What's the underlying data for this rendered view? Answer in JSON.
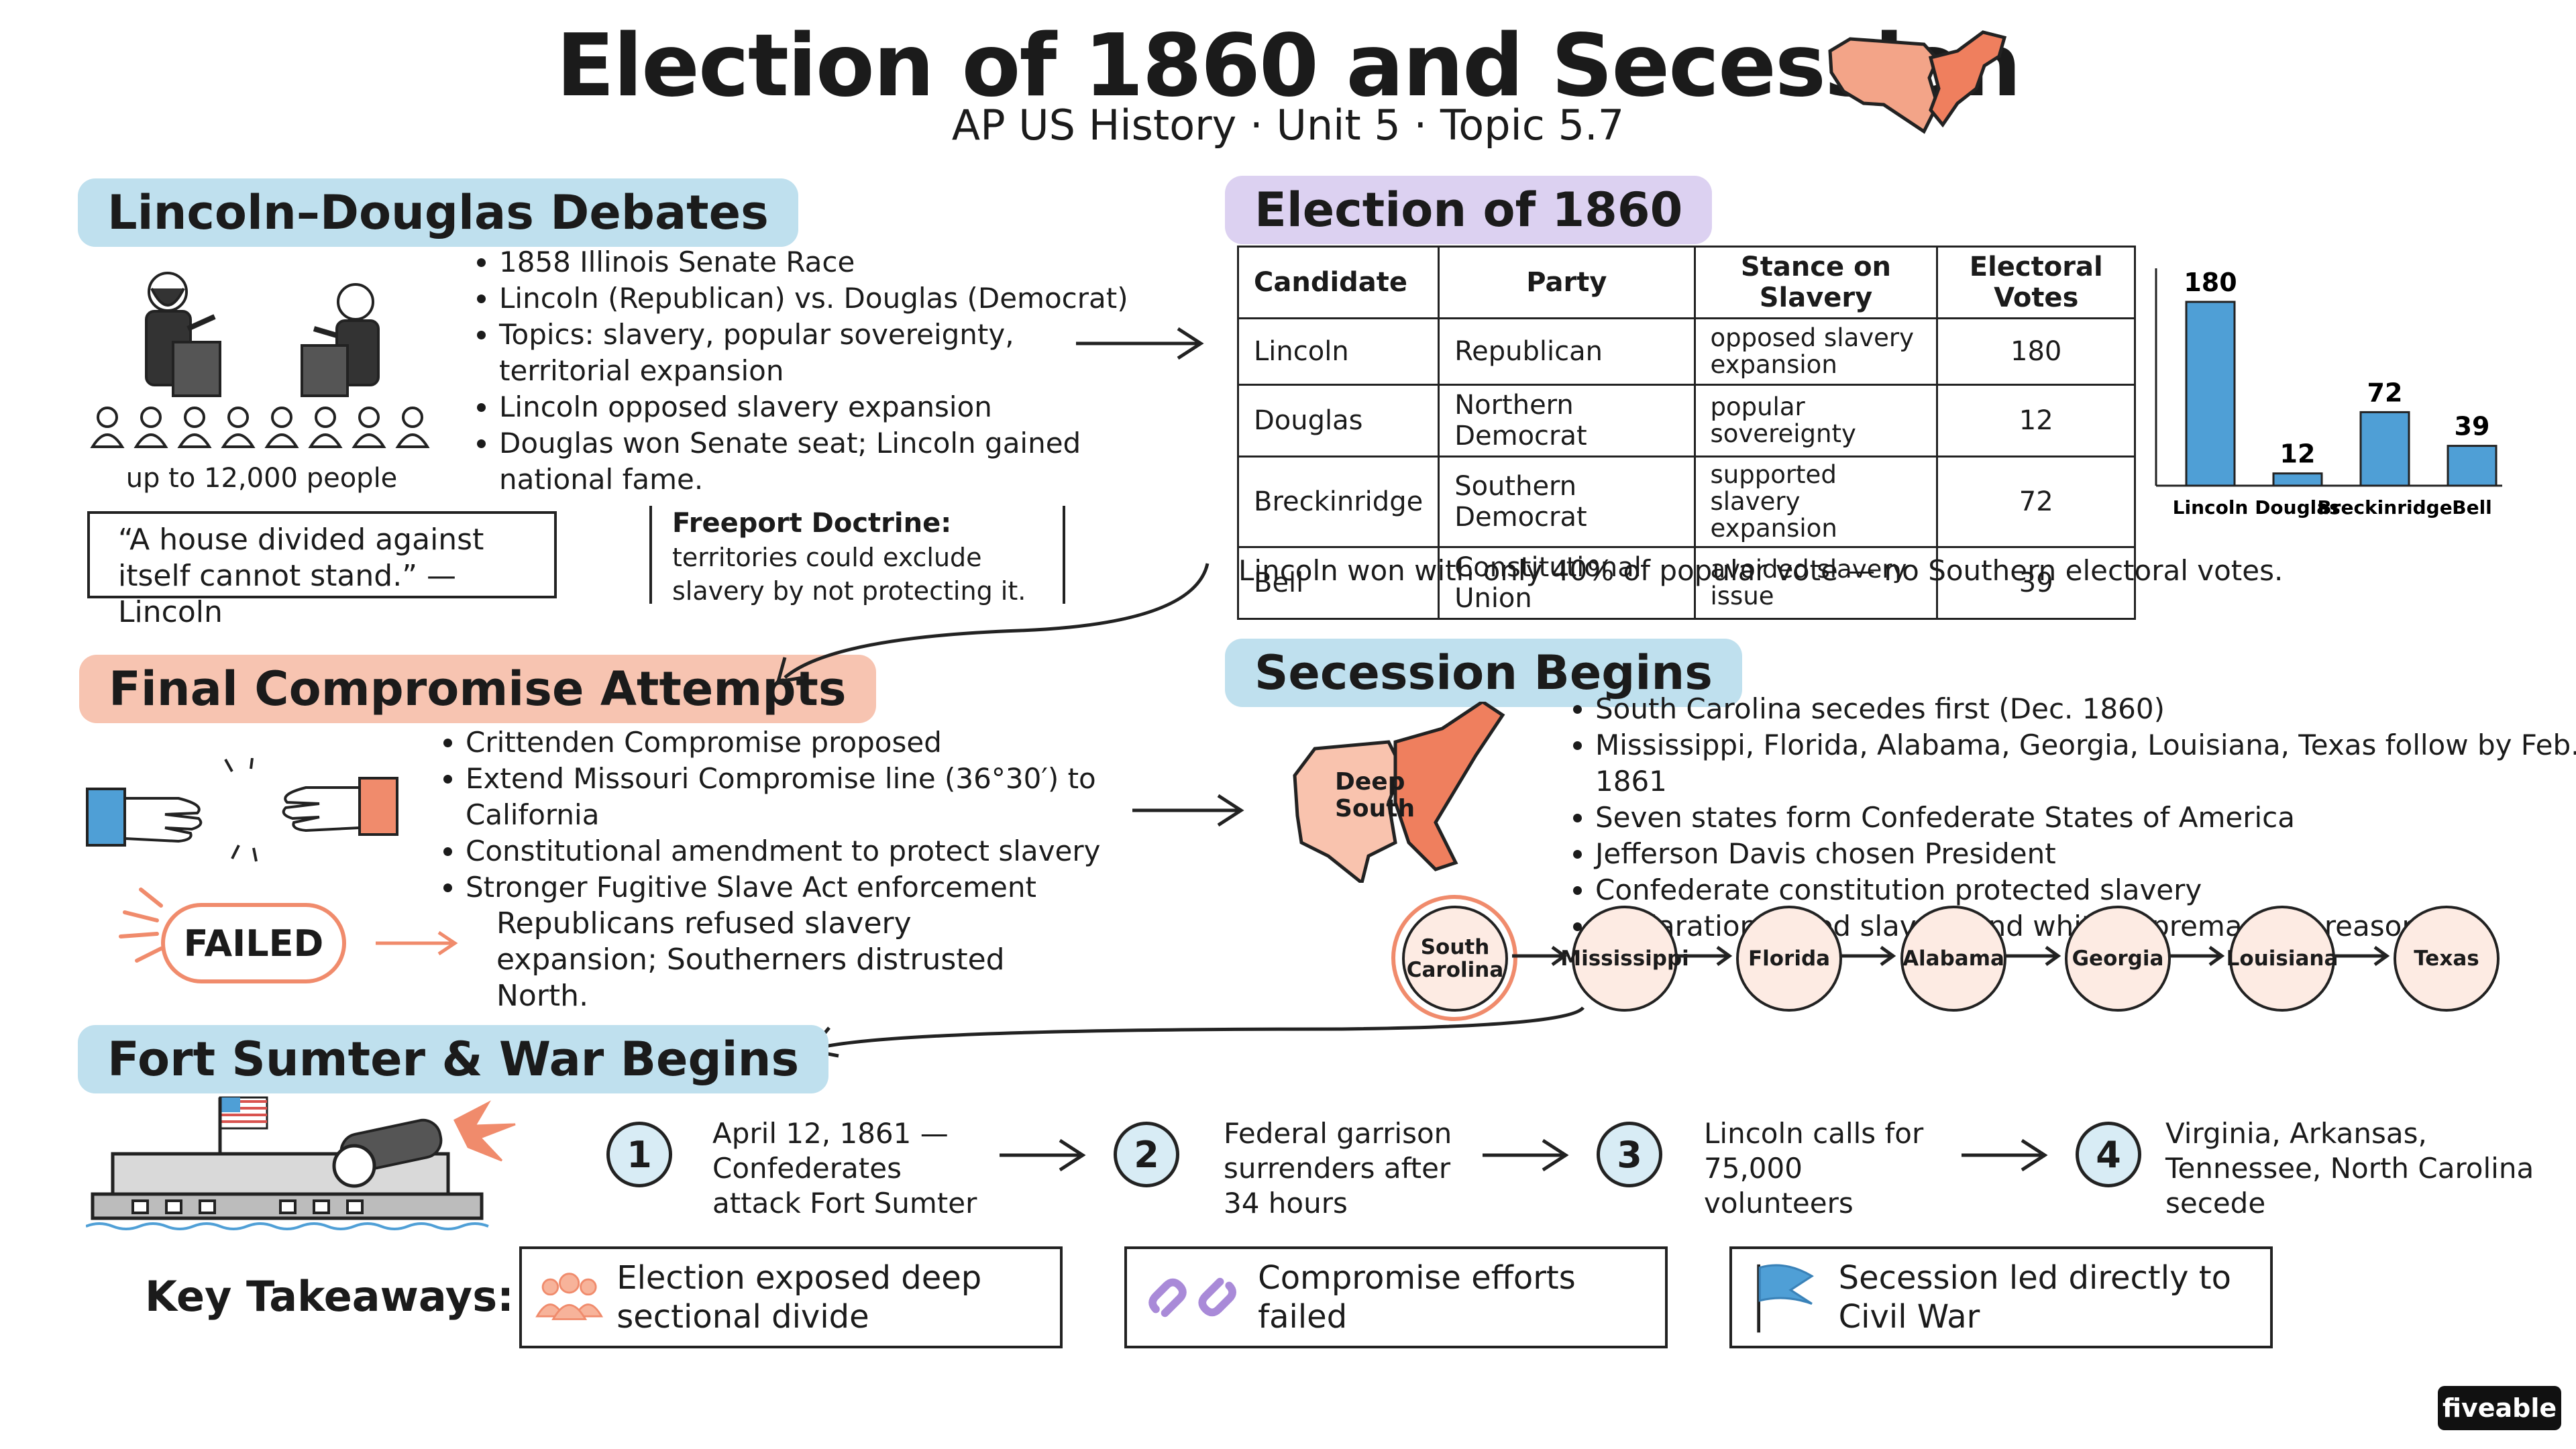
{
  "title": "Election of 1860 and Secession",
  "subtitle": "AP US History · Unit 5 · Topic 5.7",
  "debates": {
    "header": "Lincoln–Douglas Debates",
    "bullets": [
      "1858 Illinois Senate Race",
      "Lincoln (Republican) vs. Douglas (Democrat)",
      "Topics: slavery, popular sovereignty, territorial expansion",
      "Lincoln opposed slavery expansion",
      "Douglas won Senate seat; Lincoln gained national fame."
    ],
    "crowd_caption": "up to 12,000 people",
    "quote": "“A house divided against itself cannot stand.” — Lincoln",
    "freeport_title": "Freeport Doctrine:",
    "freeport_text": "territories could exclude slavery by not protecting it."
  },
  "election": {
    "header": "Election of 1860",
    "columns": [
      "Candidate",
      "Party",
      "Stance on Slavery",
      "Electoral Votes"
    ],
    "rows": [
      [
        "Lincoln",
        "Republican",
        "opposed slavery expansion",
        "180"
      ],
      [
        "Douglas",
        "Northern Democrat",
        "popular sovereignty",
        "12"
      ],
      [
        "Breckinridge",
        "Southern Democrat",
        "supported slavery expansion",
        "72"
      ],
      [
        "Bell",
        "Constitutional Union",
        "avoided slavery issue",
        "39"
      ]
    ],
    "note": "Lincoln won with only 40% of popular vote — no Southern electoral votes.",
    "bar_color": "#4f9fd6"
  },
  "chart_data": {
    "type": "bar",
    "categories": [
      "Lincoln",
      "Douglas",
      "Breckinridge",
      "Bell"
    ],
    "values": [
      180,
      12,
      72,
      39
    ],
    "title": "",
    "xlabel": "",
    "ylabel": ""
  },
  "compromise": {
    "header": "Final Compromise Attempts",
    "bullets": [
      "Crittenden Compromise proposed",
      "Extend Missouri Compromise line (36°30′) to California",
      "Constitutional amendment to protect slavery",
      "Stronger Fugitive Slave Act enforcement"
    ],
    "failed_label": "FAILED",
    "failed_reason": "Republicans refused slavery expansion; Southerners distrusted North."
  },
  "secession": {
    "header": "Secession Begins",
    "map_label": "Deep South",
    "bullets": [
      "South Carolina secedes first (Dec. 1860)",
      "Mississippi, Florida, Alabama, Georgia, Louisiana, Texas follow by Feb. 1861",
      "Seven states form Confederate States of America",
      "Jefferson Davis chosen President",
      "Confederate constitution protected slavery",
      "Declarations cited slavery and white supremacy as reasons."
    ],
    "states": [
      "South Carolina",
      "Mississippi",
      "Florida",
      "Alabama",
      "Georgia",
      "Louisiana",
      "Texas"
    ]
  },
  "sumter": {
    "header": "Fort Sumter & War Begins",
    "steps": [
      {
        "num": "1",
        "text": "April 12, 1861 — Confederates attack Fort Sumter"
      },
      {
        "num": "2",
        "text": "Federal garrison surrenders after 34 hours"
      },
      {
        "num": "3",
        "text": "Lincoln calls for 75,000 volunteers"
      },
      {
        "num": "4",
        "text": "Virginia, Arkansas, Tennessee, North Carolina secede"
      }
    ]
  },
  "takeaways": {
    "label": "Key Takeaways:",
    "items": [
      {
        "text": "Election exposed deep sectional divide",
        "icon": "people-icon"
      },
      {
        "text": "Compromise efforts failed",
        "icon": "broken-chain-icon"
      },
      {
        "text": "Secession led directly to Civil War",
        "icon": "flag-icon"
      }
    ]
  },
  "brand": "fiveable",
  "colors": {
    "salmon": "#f08b6c",
    "blue_highlight": "#bfe0ee",
    "purple_highlight": "#dcd1f1",
    "salmon_highlight": "#f7c4b1",
    "state_fill": "#fdebe3"
  }
}
